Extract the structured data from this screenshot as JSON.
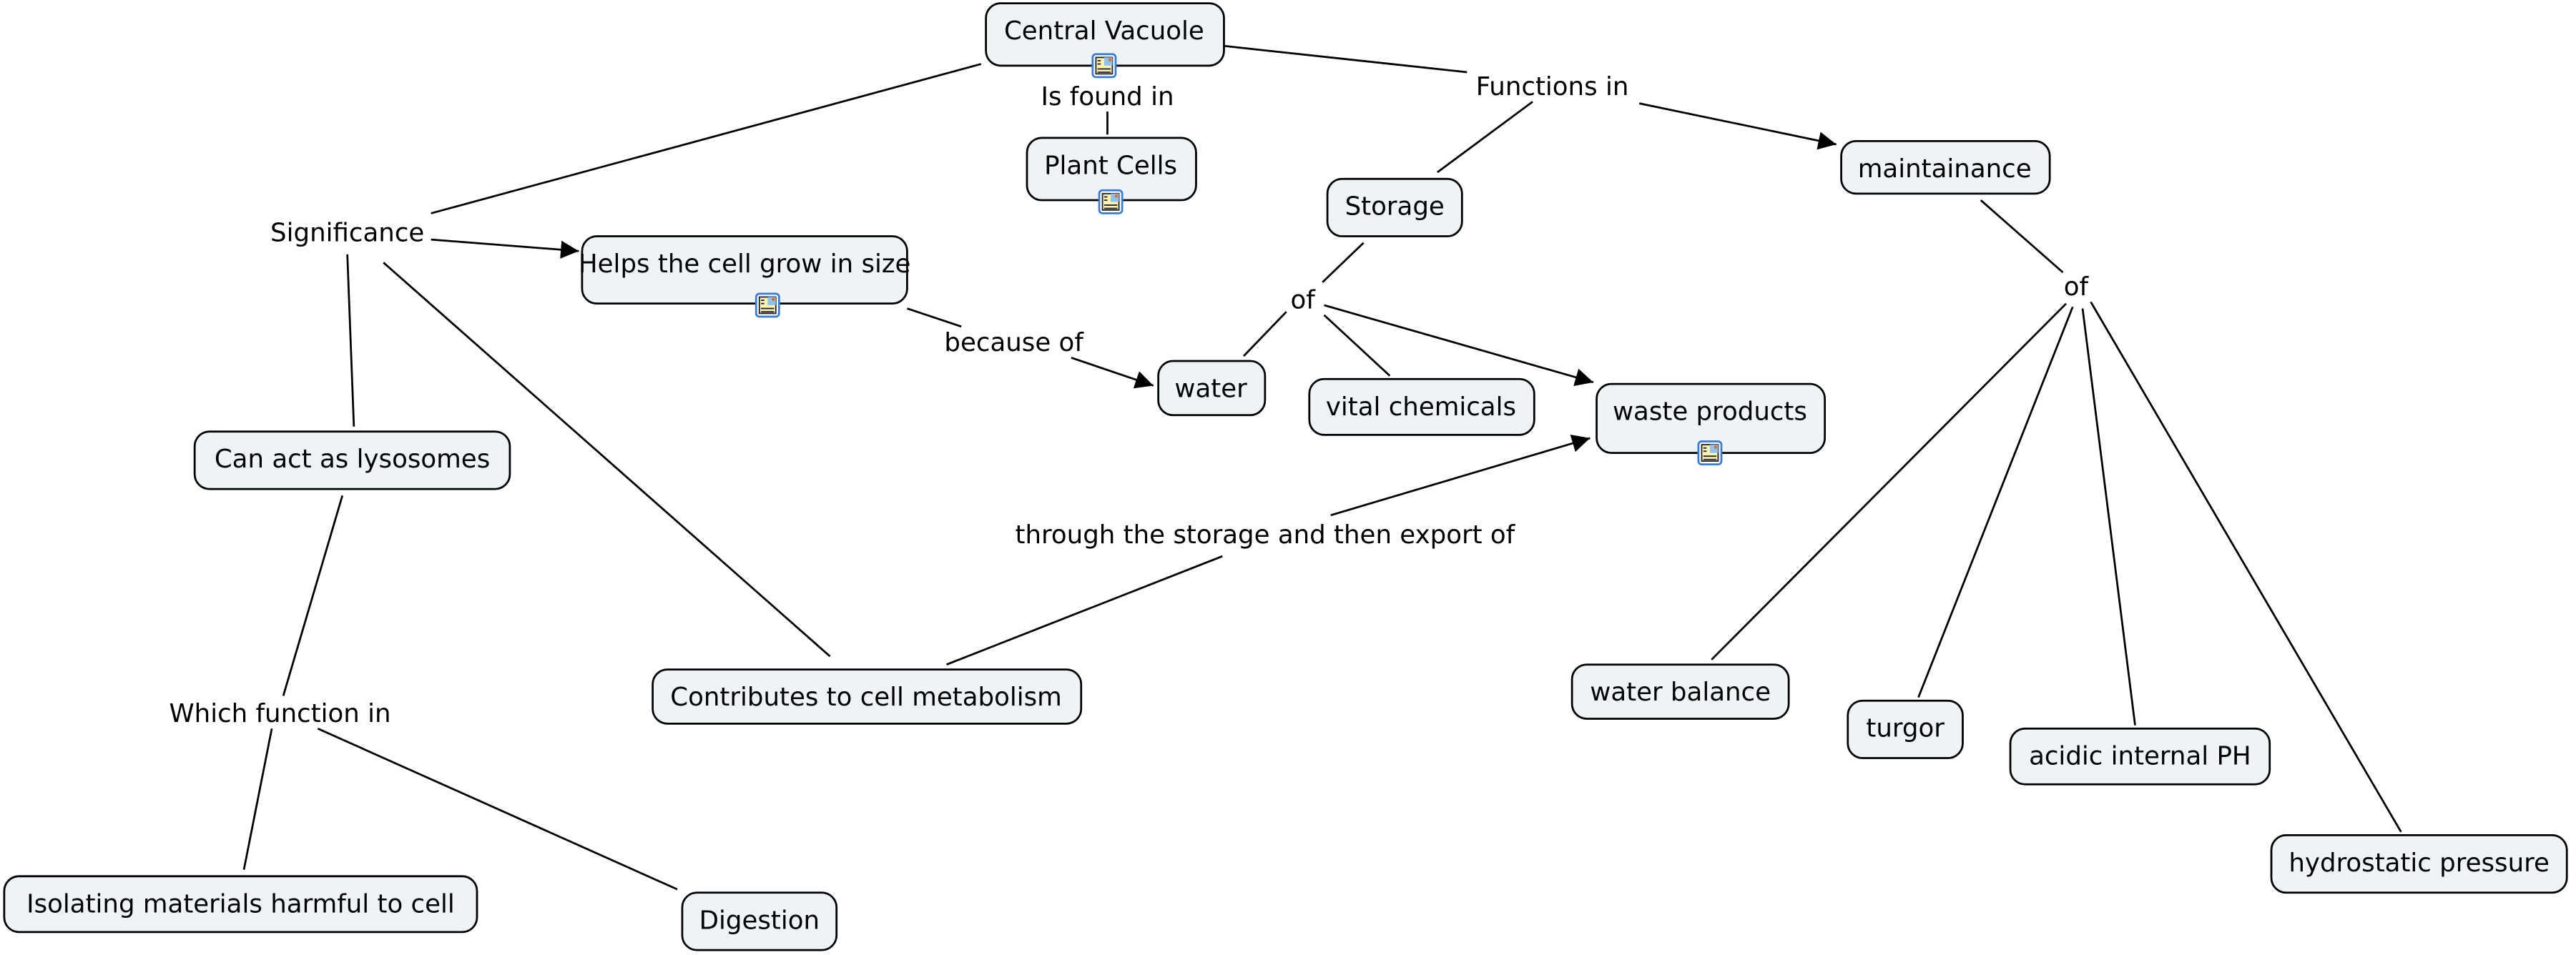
{
  "concepts": {
    "central_vacuole": "Central Vacuole",
    "plant_cells": "Plant Cells",
    "maintainance": "maintainance",
    "storage": "Storage",
    "helps_grow": "Helps the cell grow in size",
    "water": "water",
    "vital_chemicals": "vital chemicals",
    "waste_products": "waste products",
    "lysosomes": "Can act as lysosomes",
    "isolating": "Isolating materials harmful to cell",
    "digestion": "Digestion",
    "metabolism": "Contributes to cell metabolism",
    "water_balance": "water balance",
    "turgor": "turgor",
    "acidic_ph": "acidic internal PH",
    "hydrostatic": "hydrostatic pressure"
  },
  "links": {
    "is_found_in": "Is found in",
    "functions_in": "Functions in",
    "of_storage": "of",
    "of_maintainance": "of",
    "significance": "Significance",
    "because_of": "because of",
    "which_function_in": "Which function in",
    "through_storage": "through the storage and then export of"
  },
  "icons": {
    "resource": "document-image-icon"
  },
  "colors": {
    "node_fill": "#eef4f6",
    "line": "#000000"
  }
}
